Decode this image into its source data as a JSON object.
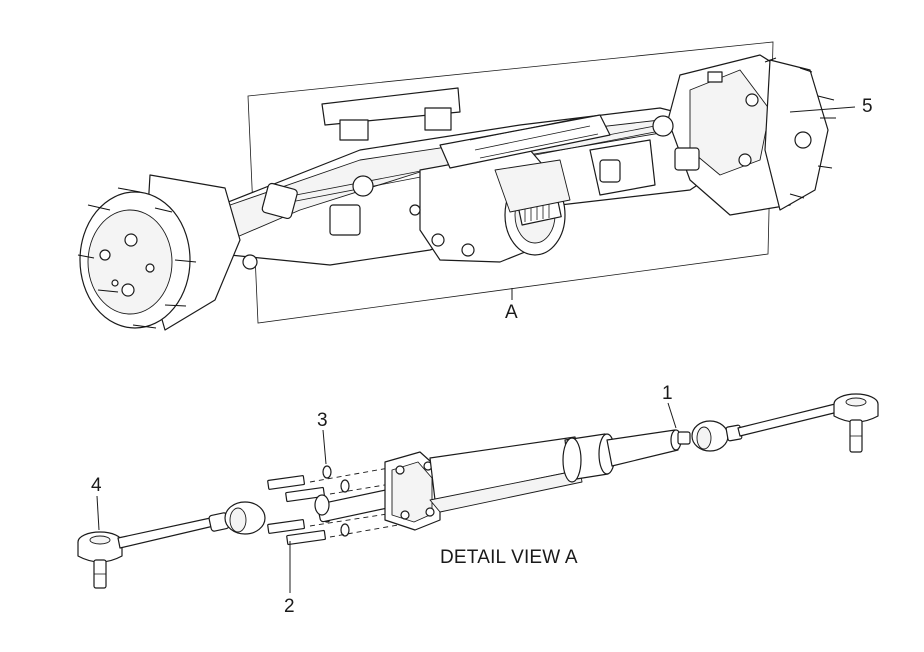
{
  "diagram": {
    "view_label": "A",
    "detail_caption": "DETAIL VIEW A",
    "callouts": [
      "1",
      "2",
      "3",
      "4",
      "5"
    ]
  }
}
